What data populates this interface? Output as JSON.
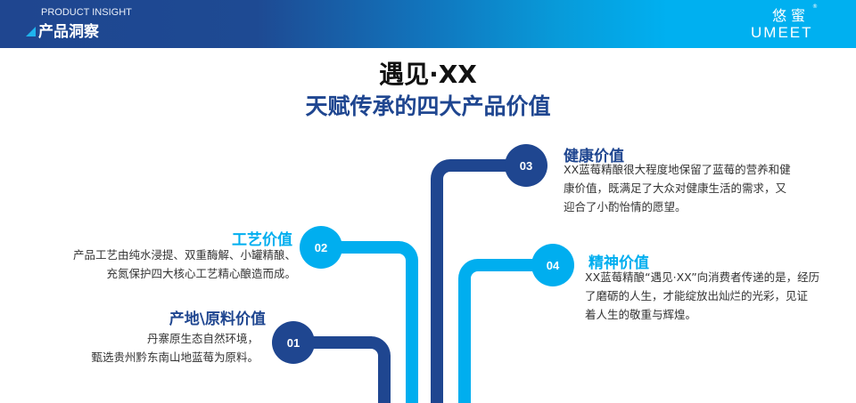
{
  "header": {
    "subtitle": "PRODUCT INSIGHT",
    "title": "产品洞察",
    "logo_cn": "悠蜜",
    "logo_reg": "®",
    "logo_en": "UMEET"
  },
  "page": {
    "title": "遇见·XX",
    "subtitle": "天赋传承的四大产品价值"
  },
  "colors": {
    "dark_blue": "#1f4690",
    "cyan": "#00aeef",
    "header_gradient_start": "#1f4690",
    "header_gradient_end": "#00b0f0"
  },
  "items": [
    {
      "number": "01",
      "title": "产地\\原料价值",
      "lines": [
        "丹寨原生态自然环境，",
        "甄选贵州黔东南山地蓝莓为原料。"
      ],
      "color": "dark"
    },
    {
      "number": "02",
      "title": "工艺价值",
      "lines": [
        "产品工艺由纯水浸提、双重酶解、小罐精酿、",
        "充氮保护四大核心工艺精心酿造而成。"
      ],
      "color": "cyan"
    },
    {
      "number": "03",
      "title": "健康价值",
      "lines": [
        "XX蓝莓精酿很大程度地保留了蓝莓的营养和健",
        "康价值，既满足了大众对健康生活的需求，又",
        "迎合了小酌怡情的愿望。"
      ],
      "color": "dark"
    },
    {
      "number": "04",
      "title": "精神价值",
      "lines": [
        "XX蓝莓精酿“遇见·XX”向消费者传递的是，经历",
        "了磨砺的人生，才能绽放出灿烂的光彩，见证",
        "着人生的敬重与辉煌。"
      ],
      "color": "cyan"
    }
  ]
}
